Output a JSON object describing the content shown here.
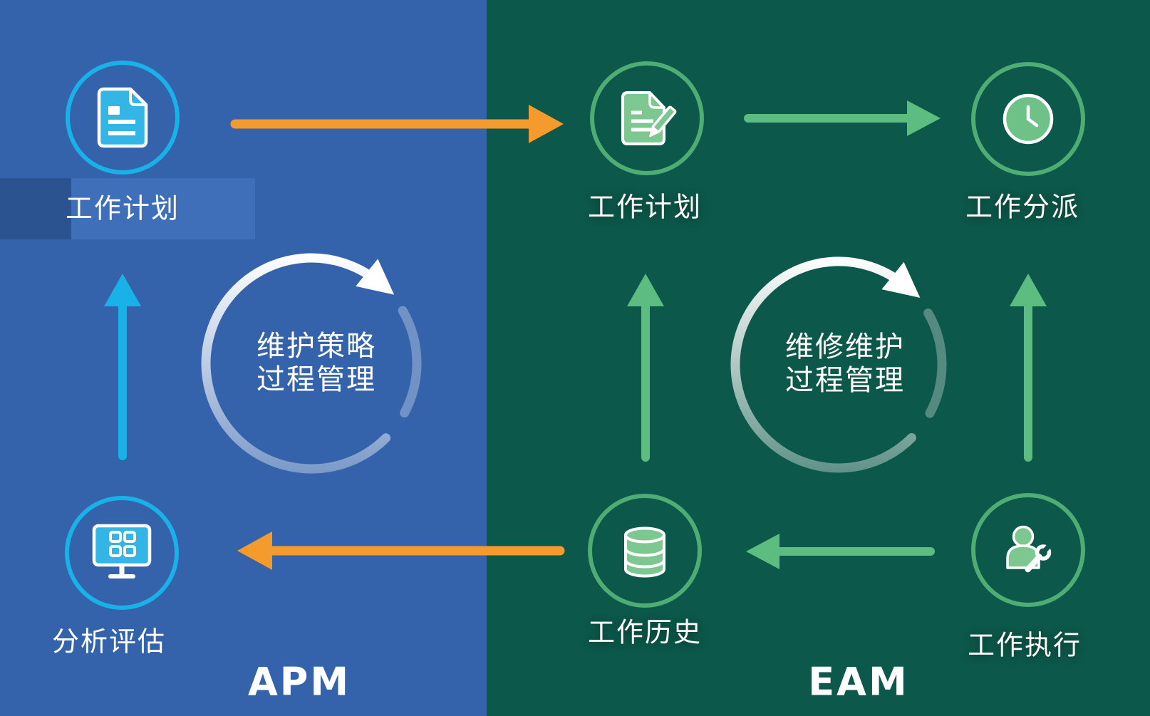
{
  "apm": {
    "title": "APM",
    "cycle": {
      "line1": "维护策略",
      "line2": "过程管理"
    },
    "nodes": {
      "work_plan": {
        "label": "工作计划",
        "icon": "document-icon"
      },
      "analysis": {
        "label": "分析评估",
        "icon": "monitor-dashboard-icon"
      }
    }
  },
  "eam": {
    "title": "EAM",
    "cycle": {
      "line1": "维修维护",
      "line2": "过程管理"
    },
    "nodes": {
      "work_plan": {
        "label": "工作计划",
        "icon": "document-pencil-icon"
      },
      "dispatch": {
        "label": "工作分派",
        "icon": "clock-icon"
      },
      "history": {
        "label": "工作历史",
        "icon": "database-icon"
      },
      "execution": {
        "label": "工作执行",
        "icon": "person-wrench-icon"
      }
    }
  },
  "colors": {
    "apm_background": "#3463ab",
    "eam_background": "#0c584a",
    "apm_accent_cyan": "#18b2e8",
    "apm_icon_fill": "#33b5e5",
    "eam_circle_green": "#4fac72",
    "eam_arrow_green": "#5dbc7f",
    "eam_icon_fill": "#7dc791",
    "cross_arrow_orange": "#f59a2d",
    "text_white": "#ffffff",
    "highlight_band": "#3f6fb9"
  }
}
